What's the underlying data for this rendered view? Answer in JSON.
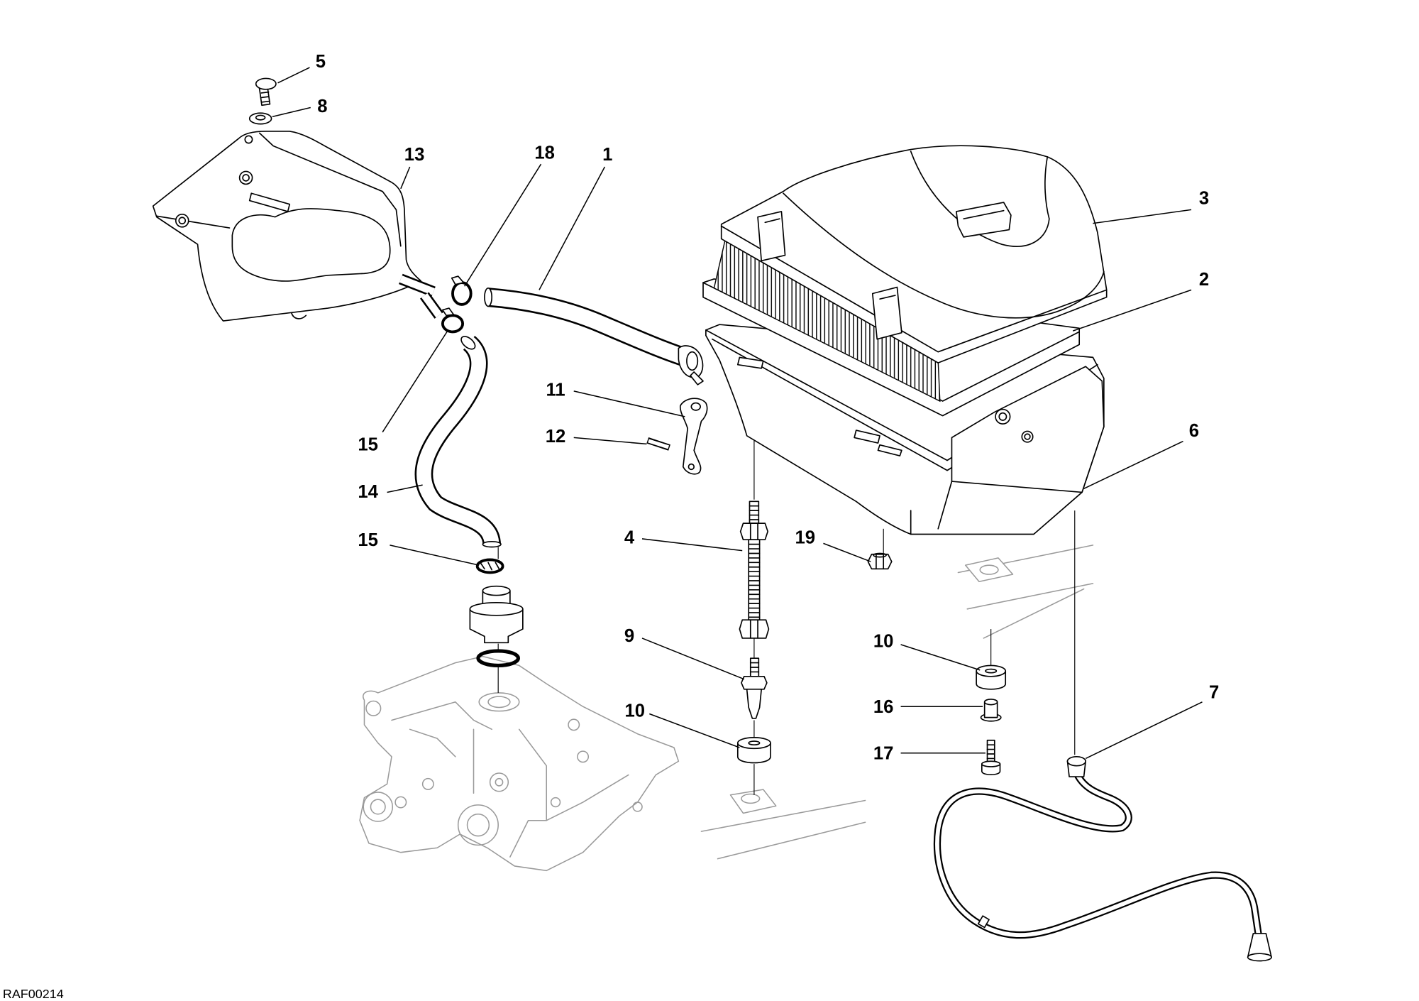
{
  "diagram": {
    "callouts": [
      {
        "label": "1"
      },
      {
        "label": "2"
      },
      {
        "label": "3"
      },
      {
        "label": "4"
      },
      {
        "label": "5"
      },
      {
        "label": "6"
      },
      {
        "label": "7"
      },
      {
        "label": "8"
      },
      {
        "label": "9"
      },
      {
        "label": "10"
      },
      {
        "label": "10"
      },
      {
        "label": "11"
      },
      {
        "label": "12"
      },
      {
        "label": "13"
      },
      {
        "label": "14"
      },
      {
        "label": "15"
      },
      {
        "label": "15"
      },
      {
        "label": "16"
      },
      {
        "label": "17"
      },
      {
        "label": "18"
      },
      {
        "label": "19"
      }
    ],
    "drawing_code": "RAF00214"
  },
  "colors": {
    "line": "#000000",
    "context_line": "#9a9a9a",
    "background": "#ffffff"
  }
}
